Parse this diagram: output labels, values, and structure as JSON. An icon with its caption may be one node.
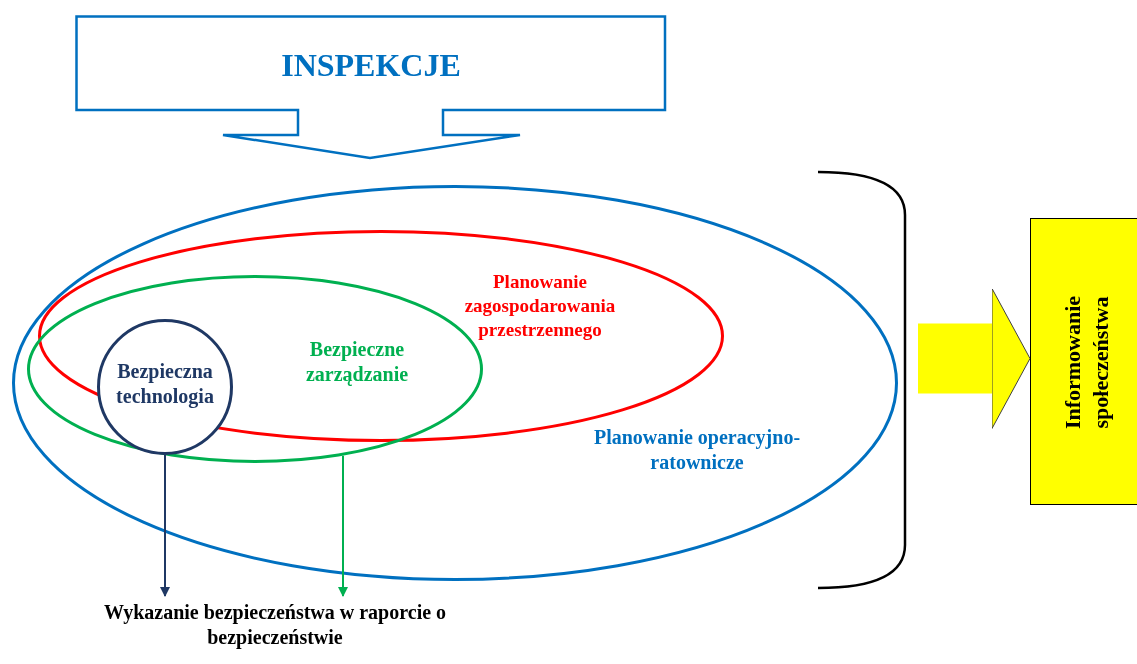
{
  "diagram": {
    "nodes": [
      {
        "text": [
          "INSPEKCJE"
        ]
      },
      {
        "text": [
          "Planowanie operacyjno-ratownicze"
        ]
      },
      {
        "text": [
          "Planowanie zagospodarowania przestrzennego"
        ],
        "in": 1
      },
      {
        "text": [
          "Bezpieczne zarządzanie"
        ],
        "in": 1
      },
      {
        "text": [
          "Bezpieczna technologia"
        ],
        "in": 3
      },
      {
        "text": [
          "Wykazanie bezpieczeństwa w raporcie o bezpieczeństwie"
        ]
      },
      {
        "text": [
          "Informowanie społeczeństwa"
        ]
      }
    ],
    "edges": [
      {
        "from": 4,
        "to": 5,
        "arrow": "to",
        "color": "#1f3864"
      },
      {
        "from": 3,
        "to": 5,
        "arrow": "to",
        "color": "#00b050"
      },
      {
        "from": null,
        "to": 6,
        "arrow": "to",
        "style": "thick",
        "color": "#ffff00"
      }
    ]
  }
}
